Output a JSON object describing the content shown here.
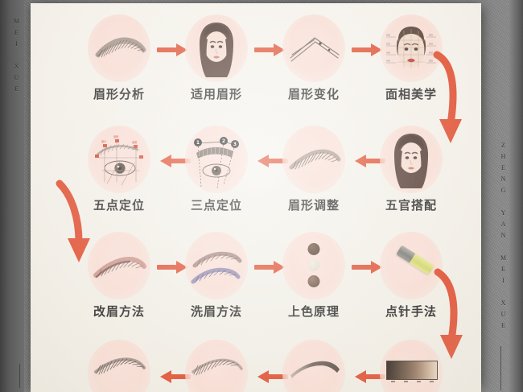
{
  "poster": {
    "paper_color": "#F4F1EA",
    "accent_color": "#E04526",
    "disc_color": "#FADDD4",
    "side_caption_left": "MEI XUE",
    "side_caption_right": "ZHENG YAN MEI XUE"
  },
  "rows": [
    {
      "id": "row-1",
      "direction": "left-to-right",
      "nodes": [
        {
          "label": "眉形分析",
          "icon": "eyebrow-natural-icon"
        },
        {
          "label": "适用眉形",
          "icon": "woman-face-illustration-icon"
        },
        {
          "label": "眉形变化",
          "icon": "eyebrow-outline-shape-icon"
        },
        {
          "label": "面相美学",
          "icon": "face-analysis-photo-icon"
        }
      ],
      "arrows": [
        "arrow-right",
        "arrow-right",
        "arrow-right"
      ]
    },
    {
      "id": "row-2",
      "direction": "right-to-left",
      "nodes": [
        {
          "label": "五点定位",
          "icon": "eye-five-point-measure-icon"
        },
        {
          "label": "三点定位",
          "icon": "eye-three-point-measure-icon"
        },
        {
          "label": "眉形调整",
          "icon": "eyebrow-adjusted-icon"
        },
        {
          "label": "五官搭配",
          "icon": "woman-face-features-icon"
        }
      ],
      "arrows": [
        "arrow-left",
        "arrow-left",
        "arrow-left"
      ]
    },
    {
      "id": "row-3",
      "direction": "left-to-right",
      "nodes": [
        {
          "label": "改眉方法",
          "icon": "eyebrow-correction-icon"
        },
        {
          "label": "洗眉方法",
          "icon": "eyebrow-removal-icon"
        },
        {
          "label": "上色原理",
          "icon": "pigment-dots-icon"
        },
        {
          "label": "点针手法",
          "icon": "microblading-needle-icon"
        }
      ],
      "arrows": [
        "arrow-right",
        "arrow-right",
        "arrow-right"
      ]
    },
    {
      "id": "row-4",
      "direction": "right-to-left",
      "nodes": [
        {
          "label": "",
          "icon": "eyebrow-finished-dense-icon"
        },
        {
          "label": "",
          "icon": "eyebrow-strokes-icon"
        },
        {
          "label": "",
          "icon": "eyebrow-base-shade-icon"
        },
        {
          "label": "",
          "icon": "pigment-color-chart-icon"
        }
      ],
      "arrows": [
        "arrow-left",
        "arrow-left",
        "arrow-left"
      ]
    }
  ],
  "connectors": [
    {
      "name": "curve-arrow-right-down",
      "direction": "down"
    },
    {
      "name": "curve-arrow-left-down",
      "direction": "down"
    },
    {
      "name": "curve-arrow-right-down-2",
      "direction": "down"
    }
  ],
  "three_point_markers": [
    "1",
    "2",
    "3"
  ]
}
